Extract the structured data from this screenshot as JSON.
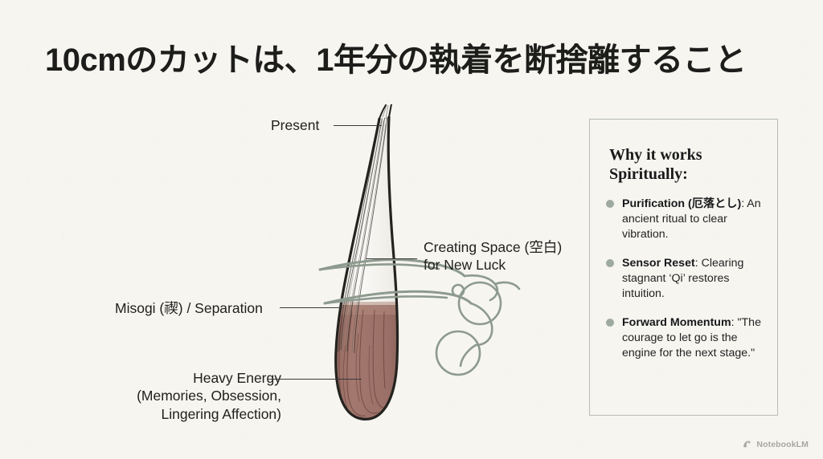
{
  "slide": {
    "title": "10cmのカットは、1年分の執着を断捨離すること",
    "background_color": "#f6f5f0",
    "title_color": "#1d1d1b"
  },
  "callouts": {
    "present": "Present",
    "creating_space_line1": "Creating Space (空白)",
    "creating_space_line2": "for New Luck",
    "misogi": "Misogi (禊) / Separation",
    "heavy_energy_line1": "Heavy Energy",
    "heavy_energy_line2": "(Memories, Obsession,",
    "heavy_energy_line3": "Lingering Affection)"
  },
  "illustration": {
    "name": "hair-strand-with-scissors",
    "hair_dark_color": "#9c7168",
    "hair_light_color": "#f3f1ec",
    "ink_color": "#262523",
    "scissors_color": "#8d9a8e"
  },
  "panel": {
    "heading_line1": "Why it works",
    "heading_line2": "Spiritually:",
    "border_color": "#b9bcb6",
    "bullet_color": "#9eaa9d",
    "items": [
      {
        "term": "Purification (厄落とし)",
        "separator": ":",
        "text": " An ancient ritual to clear vibration."
      },
      {
        "term": "Sensor Reset",
        "separator": ":",
        "text": " Clearing stagnant ‘Qi’ restores intuition."
      },
      {
        "term": "Forward Momentum",
        "separator": ":",
        "text": " \"The courage to let go is the engine for the next stage.\""
      }
    ]
  },
  "watermark": {
    "icon": "notebooklm-logo-icon",
    "label": "NotebookLM"
  }
}
